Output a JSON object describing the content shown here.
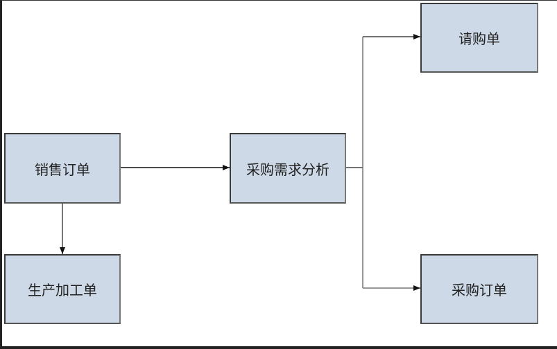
{
  "nodes": {
    "sales_order": "销售订单",
    "production_order": "生产加工单",
    "purchase_analysis": "采购需求分析",
    "purchase_requisition": "请购单",
    "purchase_order": "采购订单"
  },
  "colors": {
    "box_fill": "#cdd9e6",
    "box_border": "#3a3a3a",
    "line": "#222222"
  }
}
